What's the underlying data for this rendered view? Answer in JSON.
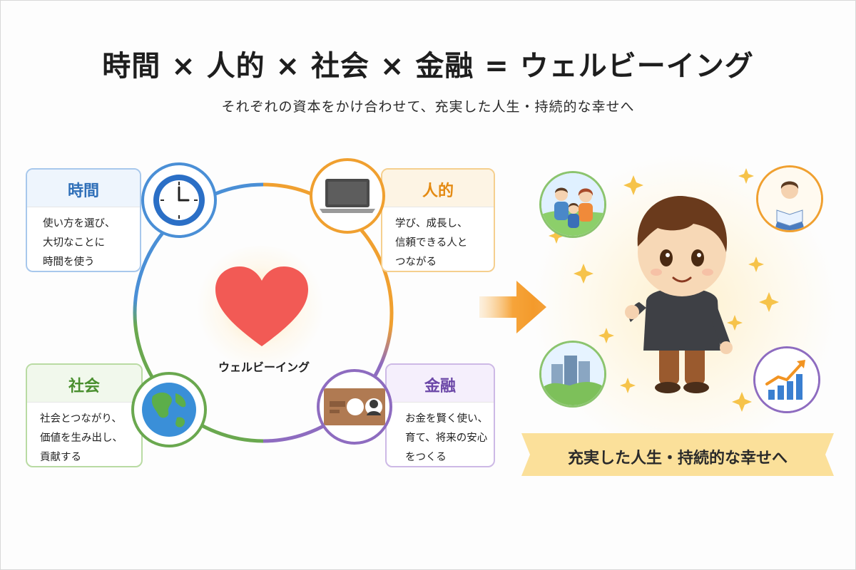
{
  "title": "時間 × 人的 × 社会 × 金融 = ウェルビーイング",
  "subtitle": "それぞれの資本をかけ合わせて、充実した人生・持続的な幸せへ",
  "center_label": "ウェルビーイング",
  "boxes": {
    "time": {
      "title": "時間",
      "lines": [
        "使い方を選び、",
        "大切なことに",
        "時間を使う"
      ],
      "color": "#4a8fd6"
    },
    "human": {
      "title": "人的",
      "lines": [
        "学び、成長し、",
        "信頼できる人と",
        "つながる"
      ],
      "color": "#f0a030"
    },
    "social": {
      "title": "社会",
      "lines": [
        "社会とつながり、",
        "価値を生み出し、",
        "貢献する"
      ],
      "color": "#6aa84f"
    },
    "finance": {
      "title": "金融",
      "lines": [
        "お金を賢く使い、",
        "育て、将来の安心",
        "をつくる"
      ],
      "color": "#8e6cc0"
    }
  },
  "banner": "充実した人生・持続的な幸せへ",
  "icons": [
    "clock-icon",
    "laptop-icon",
    "globe-icon",
    "id-card-icon",
    "heart-icon",
    "family-icon",
    "reading-icon",
    "city-icon",
    "growth-chart-icon"
  ]
}
